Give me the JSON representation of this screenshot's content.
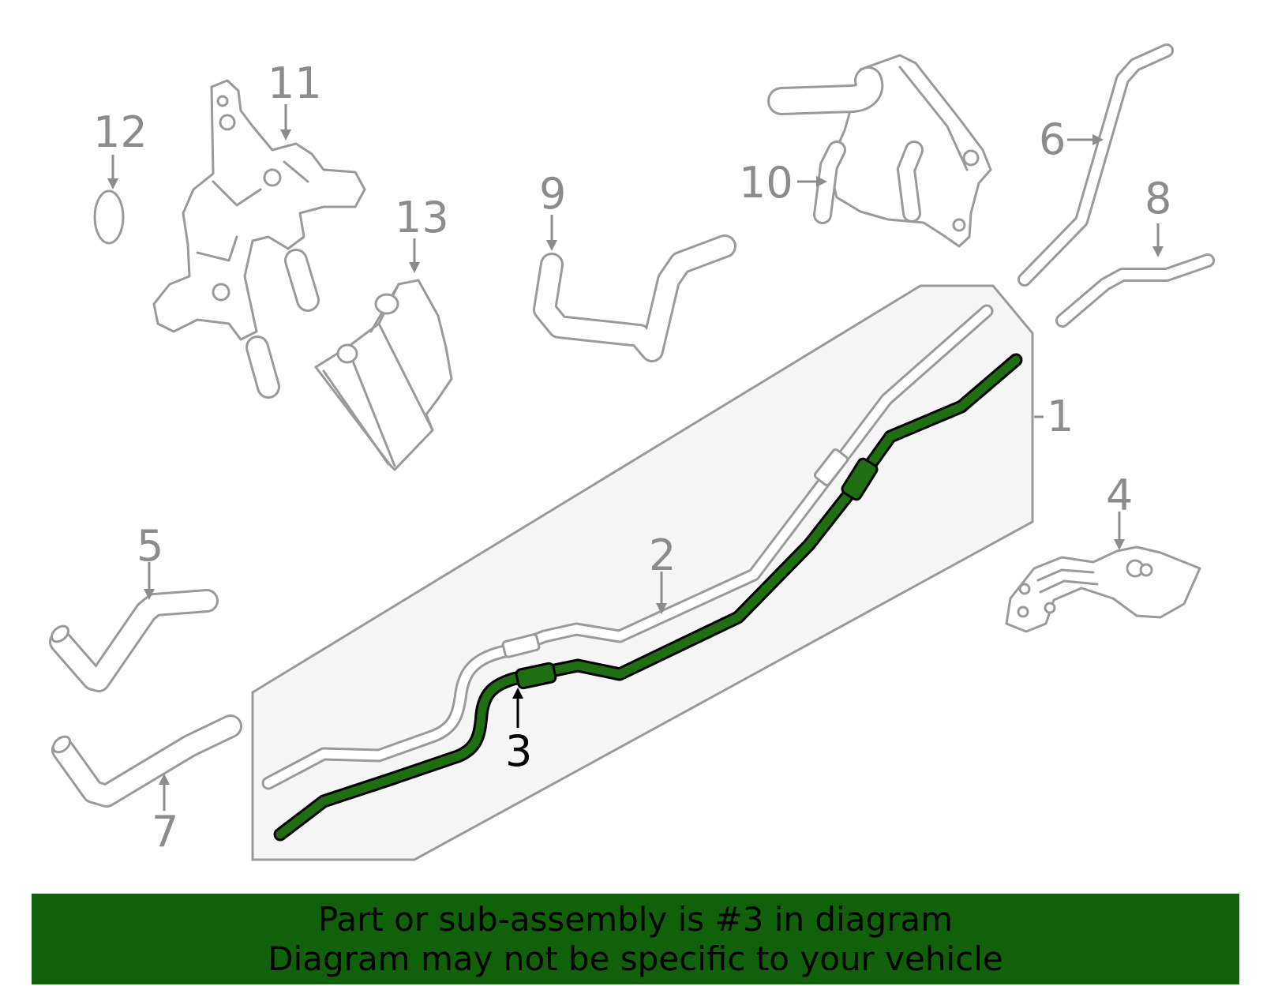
{
  "callouts": {
    "n1": "1",
    "n2": "2",
    "n3": "3",
    "n4": "4",
    "n5": "5",
    "n6": "6",
    "n7": "7",
    "n8": "8",
    "n9": "9",
    "n10": "10",
    "n11": "11",
    "n12": "12",
    "n13": "13"
  },
  "highlight": {
    "part_number": "3",
    "color": "#1f6e12"
  },
  "banner": {
    "line1": "Part or sub-assembly is #3 in diagram",
    "line2": "Diagram may not be specific to your vehicle",
    "background": "#10610a"
  }
}
